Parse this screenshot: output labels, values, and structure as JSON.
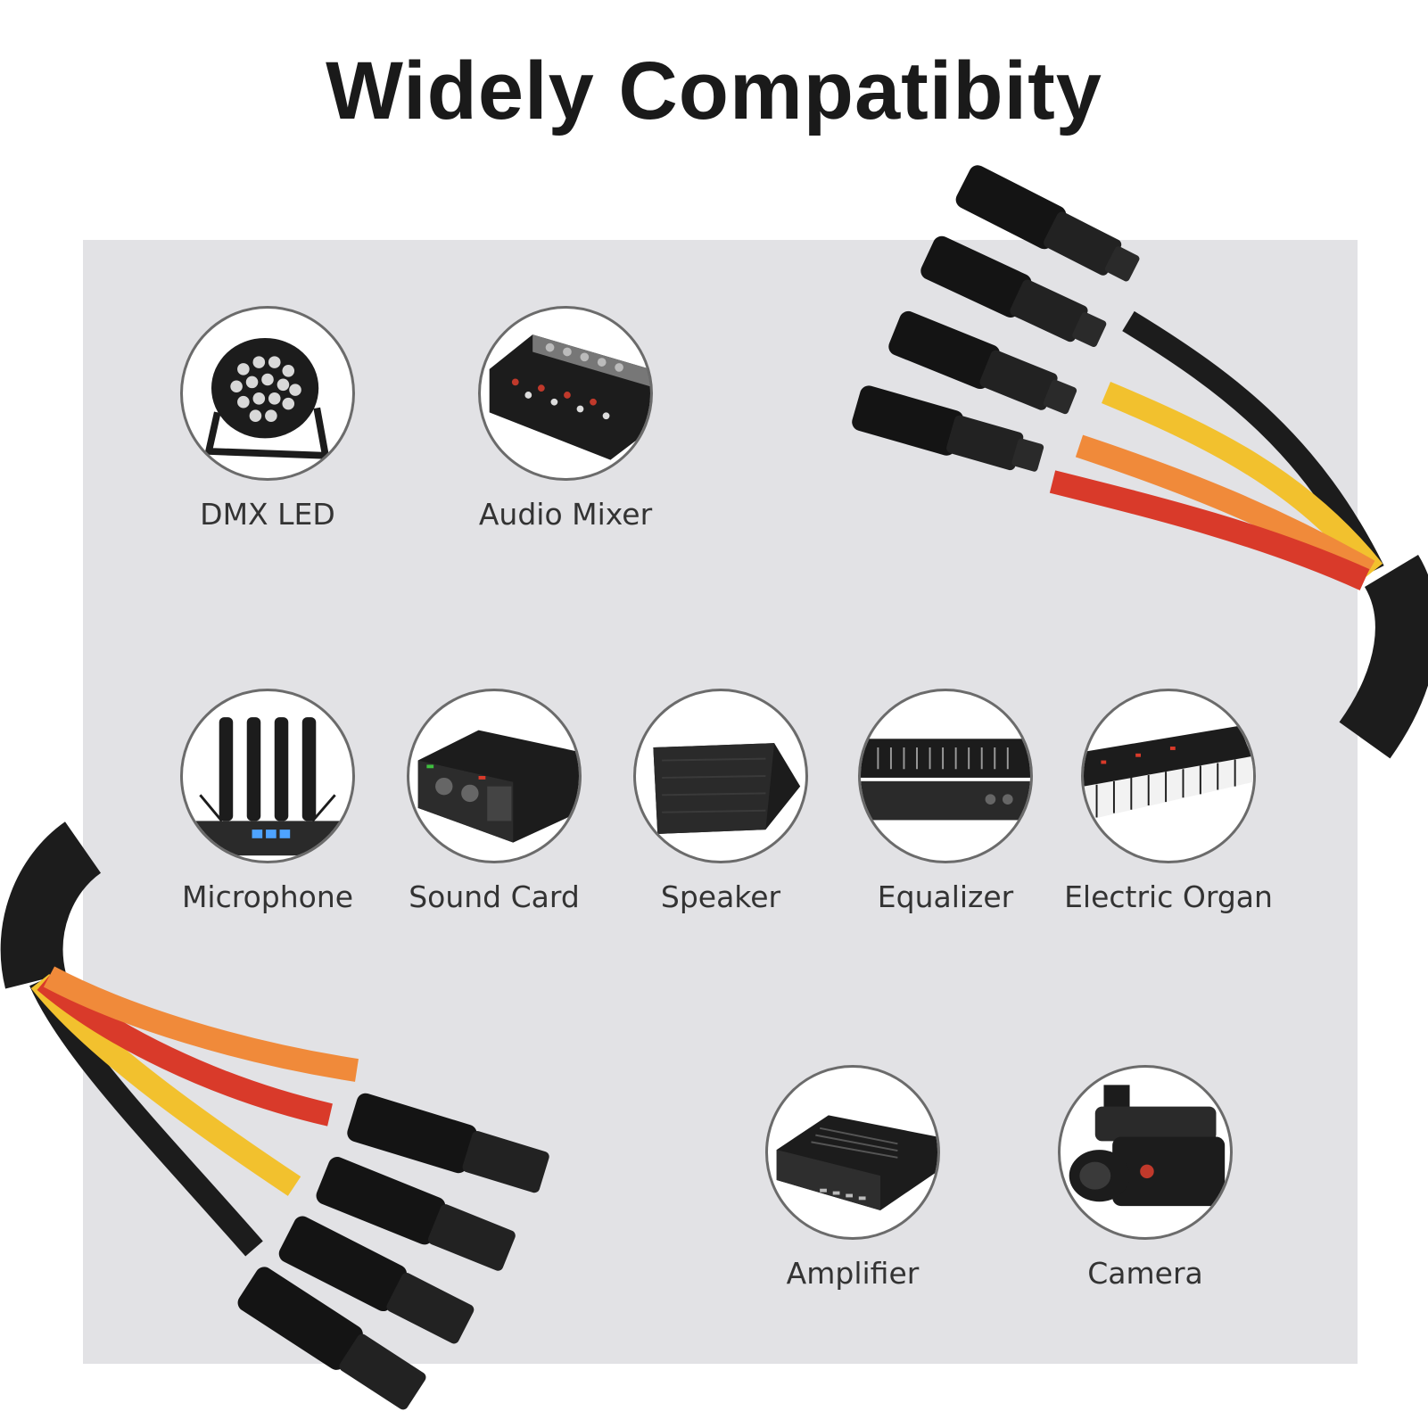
{
  "title": "Widely Compatibity",
  "colors": {
    "panel": "#e2e2e5",
    "cable_black": "#1c1c1c",
    "cable_yellow": "#f2c12e",
    "cable_orange": "#f08a3a",
    "cable_red": "#d93a2a"
  },
  "devices": [
    {
      "label": "DMX LED",
      "icon": "dmx-led-icon"
    },
    {
      "label": "Audio Mixer",
      "icon": "audio-mixer-icon"
    },
    {
      "label": "Microphone",
      "icon": "microphone-icon"
    },
    {
      "label": "Sound Card",
      "icon": "sound-card-icon"
    },
    {
      "label": "Speaker",
      "icon": "speaker-icon"
    },
    {
      "label": "Equalizer",
      "icon": "equalizer-icon"
    },
    {
      "label": "Electric Organ",
      "icon": "electric-organ-icon"
    },
    {
      "label": "Amplifier",
      "icon": "amplifier-icon"
    },
    {
      "label": "Camera",
      "icon": "camera-icon"
    }
  ]
}
